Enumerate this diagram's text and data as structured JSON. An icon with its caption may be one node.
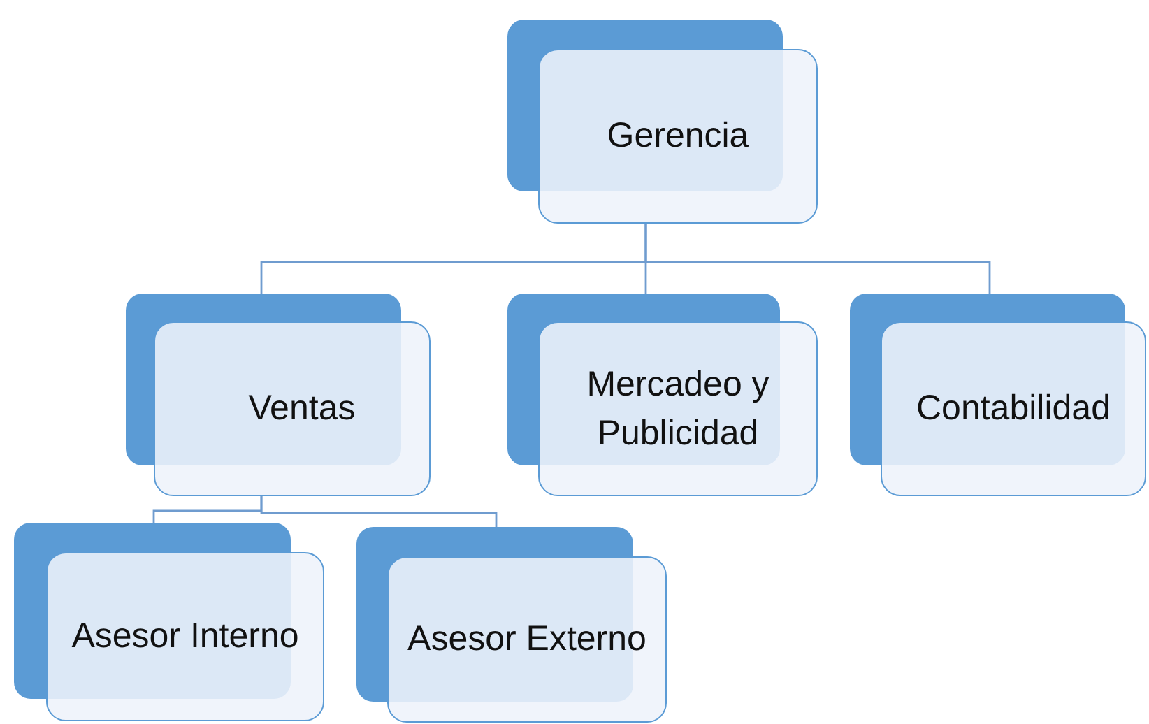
{
  "diagram": {
    "nodes": [
      {
        "text": [
          "Gerencia"
        ]
      },
      {
        "text": [
          "Ventas"
        ]
      },
      {
        "text": [
          "Mercadeo y Publicidad"
        ]
      },
      {
        "text": [
          "Contabilidad"
        ]
      },
      {
        "text": [
          "Asesor Interno"
        ]
      },
      {
        "text": [
          "Asesor Externo"
        ]
      }
    ],
    "edges": [
      {
        "from": 0,
        "to": 1,
        "arrow": "none"
      },
      {
        "from": 0,
        "to": 2,
        "arrow": "none"
      },
      {
        "from": 0,
        "to": 3,
        "arrow": "none"
      },
      {
        "from": 1,
        "to": 4,
        "arrow": "none"
      },
      {
        "from": 1,
        "to": 5,
        "arrow": "none"
      }
    ]
  }
}
